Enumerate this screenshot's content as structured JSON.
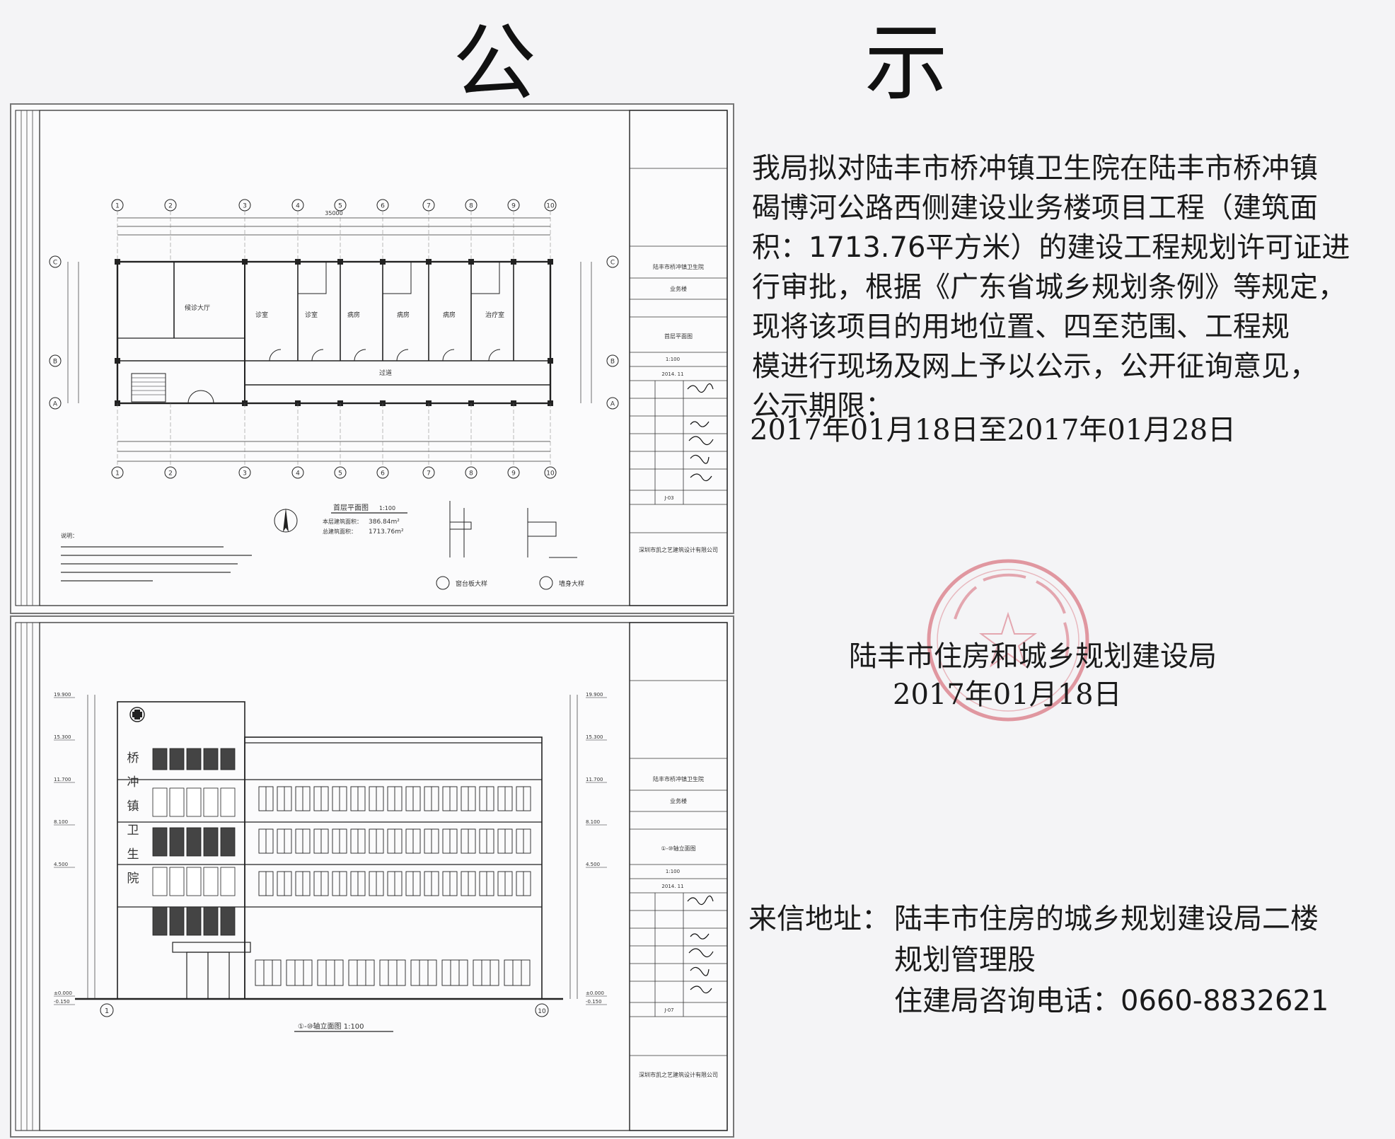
{
  "header": {
    "title_left": "公",
    "title_right": "示"
  },
  "notice": {
    "lines": [
      "我局拟对陆丰市桥冲镇卫生院在陆丰市桥冲镇",
      "碣博河公路西侧建设业务楼项目工程（建筑面",
      "积：1713.76平方米）的建设工程规划许可证进",
      "行审批，根据《广东省城乡规划条例》等规定，",
      "现将该项目的用地位置、四至范围、工程规",
      "模进行现场及网上予以公示，公开征询意见，",
      "公示期限："
    ],
    "period": "2017年01月18日至2017年01月28日"
  },
  "issuer": {
    "name": "陆丰市住房和城乡规划建设局",
    "date": "2017年01月18日"
  },
  "contact": {
    "label": "来信地址：",
    "address_line1": "陆丰市住房的城乡规划建设局二楼",
    "address_line2": "规划管理股",
    "phone": "住建局咨询电话：0660-8832621"
  },
  "drawing1": {
    "title_block": {
      "project_name": "陆丰市桥冲镇卫生院",
      "building": "业务楼",
      "sheet_title": "首层平面图",
      "scale": "1:100",
      "date": "2014. 11",
      "sheet_no": "J-03",
      "company": "深圳市凯之艺建筑设计有限公司"
    },
    "area_label": "首层平面图",
    "area_scale": "1:100",
    "floor_area_label": "本层建筑面积：",
    "floor_area": "386.84m²",
    "total_area_label": "总建筑面积：",
    "total_area": "1713.76m²",
    "total_width": "35000",
    "axis_labels": [
      "1",
      "2",
      "3",
      "4",
      "5",
      "6",
      "7",
      "8",
      "9",
      "10"
    ],
    "row_labels": [
      "A",
      "B",
      "C"
    ],
    "rooms": [
      "候诊大厅",
      "诊室",
      "诊室",
      "病房",
      "病房",
      "病房",
      "治疗室",
      "过道"
    ],
    "detail1": "墙身大样",
    "detail2": "窗台板大样",
    "notes_title": "说明："
  },
  "drawing2": {
    "title_block": {
      "project_name": "陆丰市桥冲镇卫生院",
      "building": "业务楼",
      "sheet_title": "①-⑩轴立面图",
      "scale": "1:100",
      "date": "2014. 11",
      "sheet_no": "J-07",
      "company": "深圳市凯之艺建筑设计有限公司"
    },
    "elevation_title": "①-⑩轴立面图 1:100",
    "vertical_sign": [
      "桥",
      "冲",
      "镇",
      "卫",
      "生",
      "院"
    ],
    "levels": [
      "19.900",
      "15.300",
      "11.700",
      "8.100",
      "4.500",
      "±0.000",
      "-0.150"
    ]
  },
  "colors": {
    "ink": "#1a1a1a",
    "line": "#222222",
    "seal": "#d04a5a"
  }
}
